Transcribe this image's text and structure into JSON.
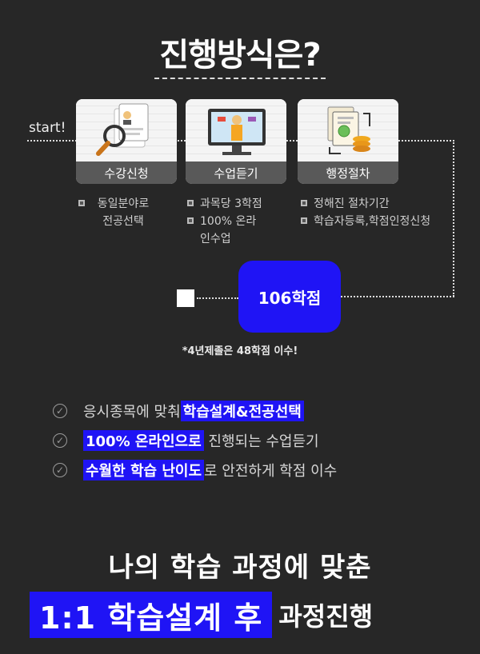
{
  "header": {
    "title": "진행방식은?"
  },
  "flow": {
    "start_label": "start!",
    "steps": [
      {
        "label": "수강신청",
        "icon": "magnifier-document-icon",
        "bullets": [
          "동일분야로 전공선택"
        ]
      },
      {
        "label": "수업듣기",
        "icon": "online-lecture-monitor-icon",
        "bullets": [
          "과목당 3학점",
          "100% 온라인수업"
        ]
      },
      {
        "label": "행정절차",
        "icon": "document-coins-icon",
        "bullets": [
          "정해진 절차기간",
          "학습자등록,학점인정신청"
        ]
      }
    ],
    "result": "106학점",
    "note": "*4년제졸은 48학점 이수!"
  },
  "checks": [
    {
      "pre": "응시종목에 맞춰 ",
      "highlight": "학습설계&전공선택",
      "post": ""
    },
    {
      "pre": "",
      "highlight": "100% 온라인으로",
      "post": " 진행되는 수업듣기"
    },
    {
      "pre": "",
      "highlight": "수월한 학습 난이도",
      "post": "로 안전하게 학점 이수"
    }
  ],
  "footer": {
    "line1": "나의 학습 과정에 맞춘",
    "line2_highlight": "1:1 학습설계 후",
    "line2_rest": "과정진행"
  },
  "colors": {
    "background": "#272727",
    "accent": "#1f14f5",
    "label_bg": "#595959"
  }
}
